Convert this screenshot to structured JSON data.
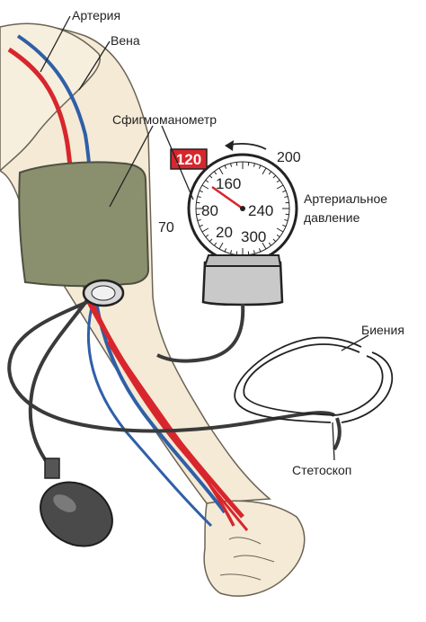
{
  "labels": {
    "artery": "Артерия",
    "vein": "Вена",
    "sphygmomanometer": "Сфигмоманометр",
    "arterial_pressure_line1": "Артериальное",
    "arterial_pressure_line2": "давление",
    "beats": "Биения",
    "stethoscope": "Стетоскоп"
  },
  "gauge": {
    "reading": "120",
    "scale_inner": [
      "80",
      "160",
      "240",
      "20",
      "300"
    ],
    "scale_outer": [
      "70",
      "200"
    ]
  },
  "colors": {
    "skin": "#f4ead6",
    "cuff": "#8a8f6e",
    "artery": "#d8262d",
    "vein": "#2f5fa8",
    "tube": "#3a3a3a",
    "reading_badge": "#d8262d"
  }
}
